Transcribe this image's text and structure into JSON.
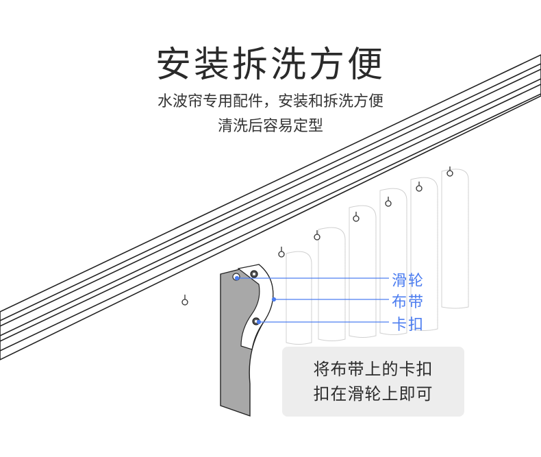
{
  "title": "安装拆洗方便",
  "subtitle_lines": [
    "水波帘专用配件，安装和拆洗方便",
    "清洗后容易定型"
  ],
  "callouts": {
    "slider": "滑轮",
    "tape": "布带",
    "hook": "卡扣"
  },
  "note_lines": [
    "将布带上的卡扣",
    "扣在滑轮上即可"
  ],
  "colors": {
    "accent": "#4c7df0",
    "track_fill": "#ffffff",
    "track_stroke": "#222222",
    "curtain_fill": "#a9a9a9",
    "note_bg": "#ededed"
  }
}
